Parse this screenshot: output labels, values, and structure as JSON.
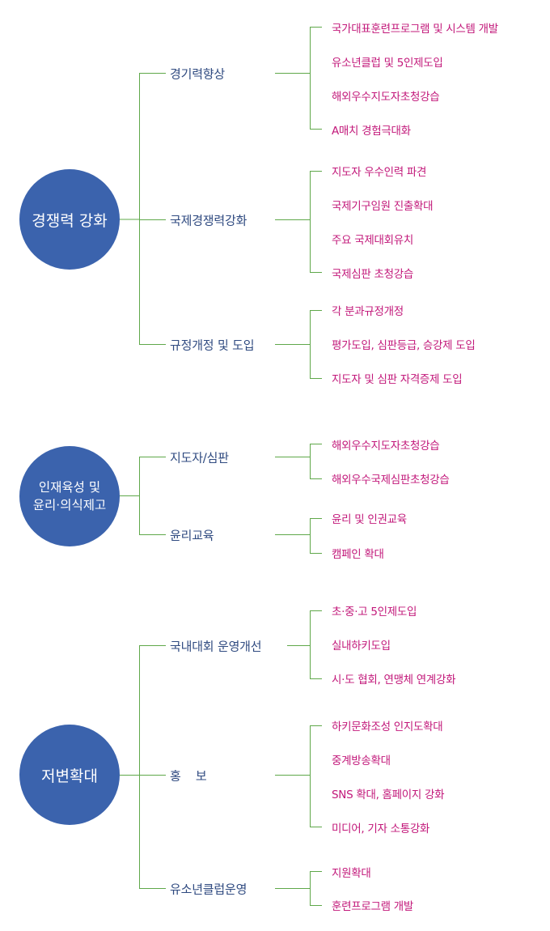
{
  "sections": [
    {
      "title": "경쟁력 강화",
      "groups": [
        {
          "label": "경기력향상",
          "items": [
            "국가대표훈련프로그램 및 시스템 개발",
            "유소년클럽 및 5인제도입",
            "해외우수지도자초청강습",
            "A매치 경험극대화"
          ]
        },
        {
          "label": "국제경쟁력강화",
          "items": [
            "지도자 우수인력 파견",
            "국제기구임원 진출확대",
            "주요 국제대회유치",
            "국제심판 초청강습"
          ]
        },
        {
          "label": "규정개정 및 도입",
          "items": [
            "각 분과규정개정",
            "평가도입, 심판등급, 승강제 도입",
            "지도자 및 심판 자격증제 도입"
          ]
        }
      ]
    },
    {
      "title_lines": [
        "인재육성 및",
        "윤리·의식제고"
      ],
      "groups": [
        {
          "label": "지도자/심판",
          "items": [
            "해외우수지도자초청강습",
            "해외우수국제심판초청강습"
          ]
        },
        {
          "label": "윤리교육",
          "items": [
            "윤리 및 인권교육",
            "캠페인 확대"
          ]
        }
      ]
    },
    {
      "title": "저변확대",
      "groups": [
        {
          "label": "국내대회 운영개선",
          "items": [
            "초·중·고 5인제도입",
            "실내하키도입",
            "시·도 협회, 연맹체 연계강화"
          ]
        },
        {
          "label": "홍    보",
          "items": [
            "하키문화조성 인지도확대",
            "중계방송확대",
            "SNS 확대, 홈페이지 강화",
            "미디어, 기자 소통강화"
          ]
        },
        {
          "label": "유소년클럽운영",
          "items": [
            "지원확대",
            "훈련프로그램 개발"
          ]
        }
      ]
    }
  ],
  "colors": {
    "circle": "#3b63ad",
    "line": "#5fa84a",
    "mid_text": "#2f4a80",
    "leaf_text": "#c2187a"
  }
}
